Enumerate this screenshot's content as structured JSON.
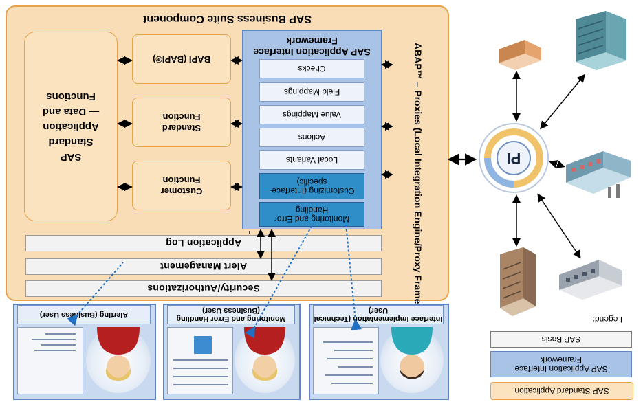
{
  "legend": {
    "title": "Legend:",
    "sap_basis": "SAP Basis",
    "aif": "SAP Application Interface Framework",
    "standard_app": "SAP Standard Application"
  },
  "component": {
    "title": "SAP Business Suite Component",
    "proxies_label": "ABAP™ – Proxies (Local Integration Engine/Proxy Framework)",
    "aif_title": "SAP Application Interface Framework",
    "aif_items": [
      "Checks",
      "Field Mappings",
      "Value Mappings",
      "Actions",
      "Local Variants"
    ],
    "aif_customizing": "Customizing (Interface-specific)",
    "aif_monitoring": "Monitoring and Error Handling",
    "bars": [
      "Application Log",
      "Alert Management",
      "Security/Authorizations"
    ],
    "bapi": "BAPI (BAPI®)",
    "standard_function": "Standard Function",
    "customer_function": "Customer Function",
    "app_functions": "SAP Standard Application — Data and Functions"
  },
  "pi_label": "PI",
  "screens": [
    {
      "title": "Interface Implementation (Technical User)",
      "user": "technical"
    },
    {
      "title": "Monitoring and Error Handling (Business User)",
      "user": "business"
    },
    {
      "title": "Alerting (Business User)",
      "user": "business"
    }
  ],
  "colors": {
    "component_fill": "#f9ddb6",
    "component_border": "#e8a24a",
    "framework_fill": "#a9c3e6",
    "item_dark": "#2f8dc7",
    "connector": "#1f6fc2"
  }
}
